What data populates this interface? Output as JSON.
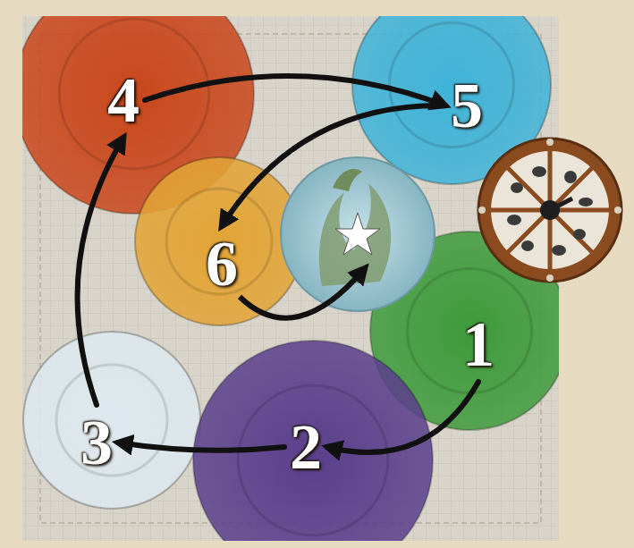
{
  "diagram": {
    "nodes": [
      {
        "text": [
          "1"
        ]
      },
      {
        "text": [
          "2"
        ]
      },
      {
        "text": [
          "3"
        ]
      },
      {
        "text": [
          "4"
        ]
      },
      {
        "text": [
          "5"
        ]
      },
      {
        "text": [
          "6"
        ]
      }
    ],
    "edges": [
      {
        "from": 0,
        "to": 1,
        "arrow": "to"
      },
      {
        "from": 1,
        "to": 2,
        "arrow": "to"
      },
      {
        "from": 2,
        "to": 3,
        "arrow": "to"
      },
      {
        "from": 3,
        "to": 4,
        "arrow": "to"
      },
      {
        "from": 4,
        "to": 5,
        "arrow": "to"
      }
    ]
  }
}
